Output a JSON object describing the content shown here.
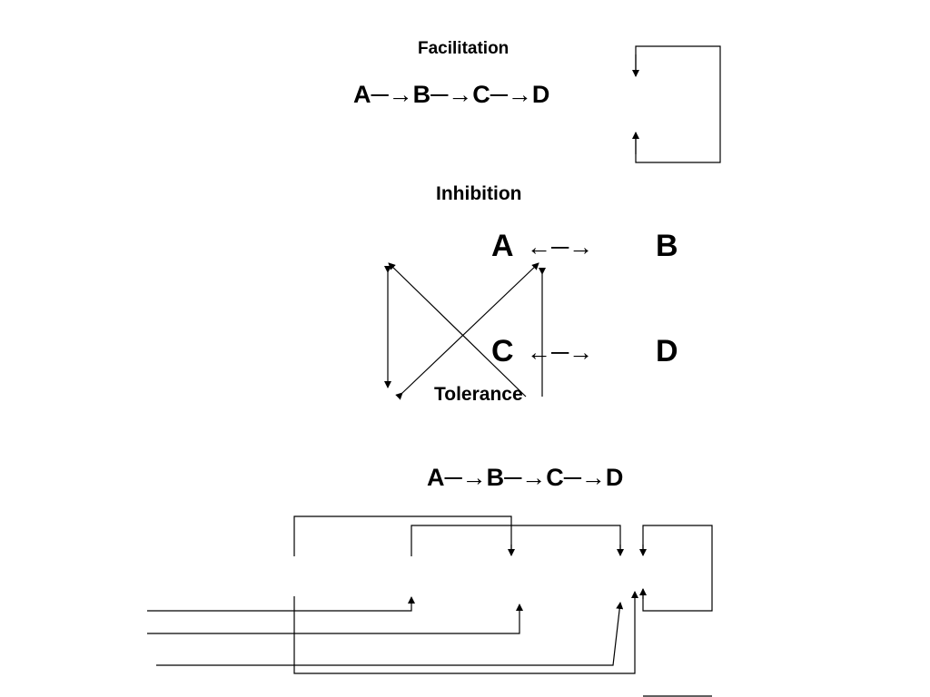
{
  "facilitation": {
    "title": "Facilitation",
    "chain": "A─→B─→C─→D"
  },
  "inhibition": {
    "title": "Inhibition",
    "node_a": "A",
    "node_b": "B",
    "node_c": "C",
    "node_d": "D",
    "link_ab": "←─→",
    "link_cd": "←─→"
  },
  "tolerance": {
    "title": "Tolerance",
    "chain": "A─→B─→C─→D"
  }
}
